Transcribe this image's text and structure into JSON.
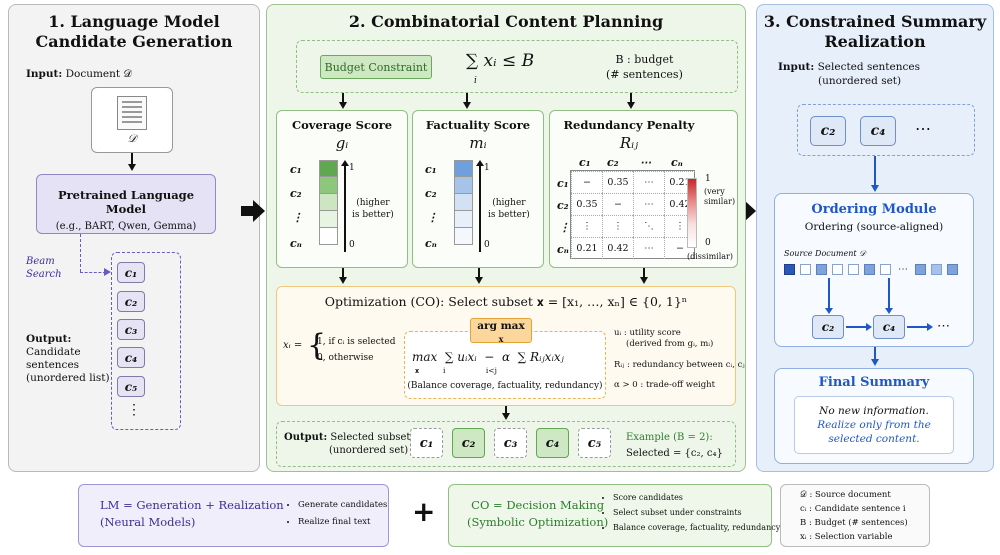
{
  "col1": {
    "title_line1": "1. Language Model",
    "title_line2": "Candidate Generation",
    "input_label": "Input:",
    "input_value": "Document 𝒟",
    "doc_label": "𝒟",
    "plm_title": "Pretrained Language Model",
    "plm_sub": "(e.g., BART, Qwen, Gemma)",
    "beam_line1": "Beam",
    "beam_line2": "Search",
    "candidates": [
      "c₁",
      "c₂",
      "c₃",
      "c₄",
      "c₅"
    ],
    "more": "⋮",
    "output_label": "Output:",
    "output_desc": [
      "Candidate",
      "sentences",
      "(unordered list)"
    ]
  },
  "col2": {
    "title": "2. Combinatorial Content Planning",
    "budget_label": "Budget Constraint",
    "budget_formula": "∑ xᵢ ≤ B",
    "budget_sum_sub": "i",
    "budget_def_line1": "B : budget",
    "budget_def_line2": "(# sentences)",
    "coverage": {
      "title": "Coverage Score",
      "symbol": "gᵢ",
      "rows": [
        "c₁",
        "c₂",
        "⋮",
        "cₙ"
      ],
      "top": "1",
      "bottom": "0",
      "note_line1": "(higher",
      "note_line2": "is better)",
      "fills": [
        "#5fa84f",
        "#8cc77c",
        "#cbe6c1",
        "#e8f4e2",
        "#ffffff"
      ]
    },
    "factuality": {
      "title": "Factuality Score",
      "symbol": "mᵢ",
      "rows": [
        "c₁",
        "c₂",
        "⋮",
        "cₙ"
      ],
      "top": "1",
      "bottom": "0",
      "note_line1": "(higher",
      "note_line2": "is better)",
      "fills": [
        "#6f9fdc",
        "#a6c3ea",
        "#d3e1f5",
        "#e7effa",
        "#f4f8fd"
      ]
    },
    "redundancy": {
      "title": "Redundancy Penalty",
      "symbol": "Rᵢⱼ",
      "col_headers": [
        "c₁",
        "c₂",
        "⋯",
        "cₙ"
      ],
      "row_headers": [
        "c₁",
        "c₂",
        "⋮",
        "cₙ"
      ],
      "cells": [
        [
          "−",
          "0.35",
          "⋯",
          "0.21"
        ],
        [
          "0.35",
          "−",
          "⋯",
          "0.42"
        ],
        [
          "⋮",
          "⋮",
          "⋱",
          "⋮"
        ],
        [
          "0.21",
          "0.42",
          "⋯",
          "−"
        ]
      ],
      "scale_top": "1",
      "scale_top_note_line1": "(very",
      "scale_top_note_line2": "similar)",
      "scale_bottom": "0",
      "scale_bottom_note": "(dissimilar)"
    },
    "opt": {
      "title": "Optimization (CO): Select subset 𝐱 = [x₁, …, xₙ] ∈ {0, 1}ⁿ",
      "xi_lhs": "xᵢ =",
      "xi_case1": "1,    if cᵢ is selected",
      "xi_case2": "0,    otherwise",
      "argmax": "arg max",
      "argmax_sub": "𝐱",
      "objective": "max  ∑ uᵢxᵢ  −  α  ∑ Rᵢⱼxᵢxⱼ",
      "objective_subs": "𝐱          i                 i<j",
      "balance": "(Balance coverage, factuality, redundancy)",
      "u_def_line1": "uᵢ : utility score",
      "u_def_line2": "(derived from gᵢ, mᵢ)",
      "r_def": "Rᵢⱼ : redundancy between cᵢ, cⱼ",
      "alpha_def": "α > 0 : trade-off weight"
    },
    "output": {
      "label": "Output:",
      "desc_line1": "Selected subset",
      "desc_line2": "(unordered set)",
      "items": [
        "c₁",
        "c₂",
        "c₃",
        "c₄",
        "c₅"
      ],
      "selected": [
        false,
        true,
        false,
        true,
        false
      ],
      "example_line1": "Example (B = 2):",
      "example_line2": "Selected = {c₂, c₄}"
    }
  },
  "col3": {
    "title_line1": "3. Constrained Summary",
    "title_line2": "Realization",
    "input_label": "Input:",
    "input_line1": "Selected sentences",
    "input_line2": "(unordered set)",
    "input_items": [
      "c₂",
      "c₄",
      "⋯"
    ],
    "ordering_title": "Ordering Module",
    "ordering_sub": "Ordering (source-aligned)",
    "source_doc": "Source Document 𝒟",
    "ordered": [
      "c₂",
      "c₄",
      "⋯"
    ],
    "final_title": "Final Summary",
    "final_line1": "No new information.",
    "final_line2": "Realize only from the",
    "final_line3": "selected content."
  },
  "bottom": {
    "lm_line1": "LM = Generation + Realization",
    "lm_line2": "(Neural Models)",
    "lm_bullets": [
      "Generate candidates",
      "Realize final text"
    ],
    "plus": "+",
    "co_line1": "CO = Decision Making",
    "co_line2": "(Symbolic Optimization)",
    "co_bullets": [
      "Score candidates",
      "Select subset under constraints",
      "Balance coverage, factuality, redundancy"
    ],
    "legend": [
      "𝒟 : Source document",
      "cᵢ : Candidate sentence i",
      "B : Budget (# sentences)",
      "xᵢ : Selection variable"
    ]
  },
  "colors": {
    "lm_purple": "#3b2f9a",
    "co_green": "#2e7d2e",
    "ordering_blue": "#1f57c7",
    "accent_red": "#c62828"
  }
}
